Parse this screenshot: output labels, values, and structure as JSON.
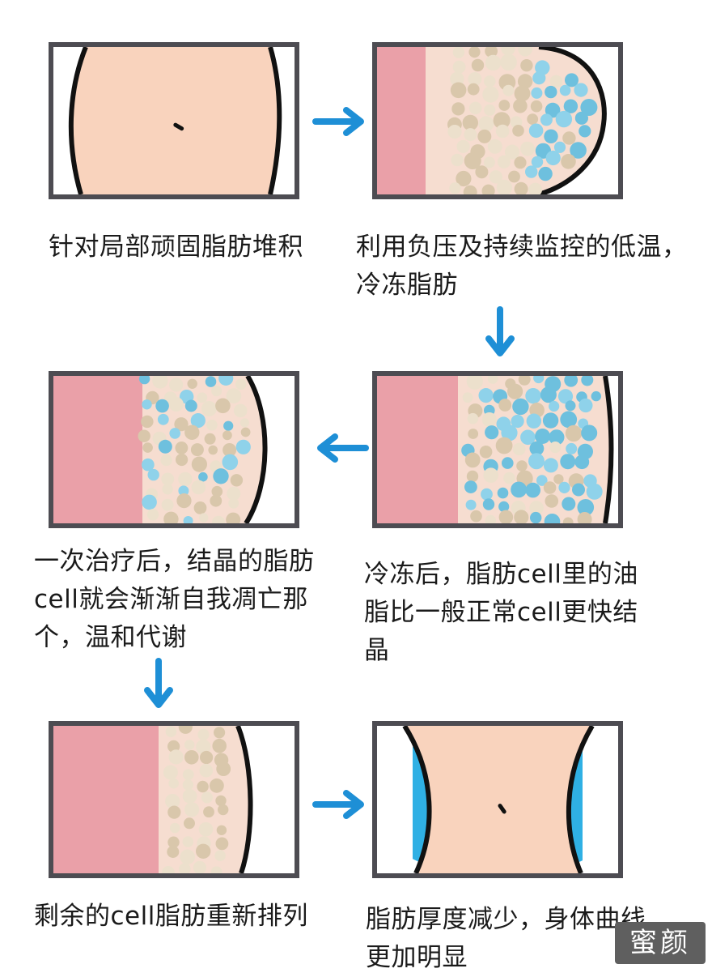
{
  "steps": [
    {
      "caption_lines": [
        "针对局部顽固脂肪堆积"
      ]
    },
    {
      "caption_lines": [
        "利用负压及持续监控的低温，",
        "冷冻脂肪"
      ]
    },
    {
      "caption_lines": [
        "冷冻后，脂肪cell里的油",
        "脂比一般正常cell更快结",
        "晶"
      ]
    },
    {
      "caption_lines": [
        "一次治疗后，结晶的脂肪",
        "cell就会渐渐自我凋亡那",
        "个，温和代谢"
      ]
    },
    {
      "caption_lines": [
        "剩余的cell脂肪重新排列"
      ]
    },
    {
      "caption_lines": [
        "脂肪厚度减少，身体曲线",
        "更加明显"
      ]
    }
  ],
  "watermark": "蜜颜",
  "colors": {
    "frame": "#4d4c52",
    "skin": "#f9d3bd",
    "tissue": "#eaa0a8",
    "fat_cell": "#ece0cc",
    "frozen_cell": "#8fd2ea",
    "arrow": "#1e8fd6",
    "highlight": "#2fb0e4"
  },
  "icons": [
    "arrow-right-icon",
    "arrow-down-icon",
    "arrow-left-icon"
  ]
}
